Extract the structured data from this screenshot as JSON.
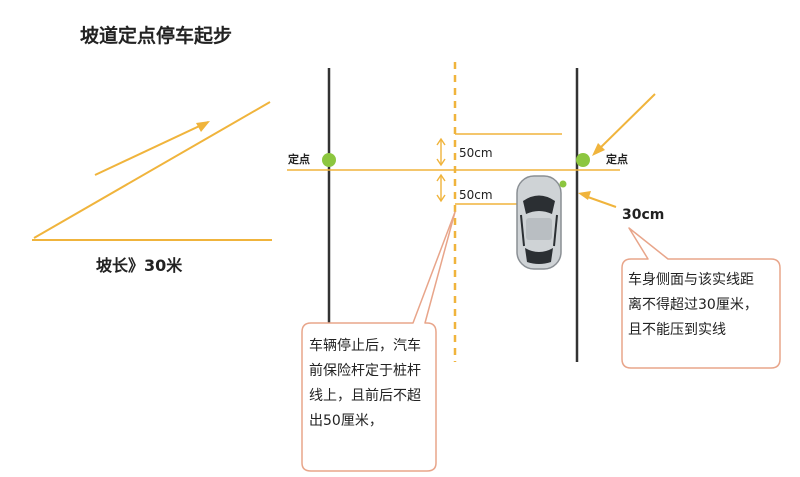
{
  "title": "坡道定点停车起步",
  "slope_label": "坡长》30米",
  "left_point_label": "定点",
  "right_point_label": "定点",
  "dimension_top": "50cm",
  "dimension_bottom": "50cm",
  "side_distance": "30cm",
  "callout_left": [
    "车辆停止后，汽车",
    "前保险杆定于桩杆",
    "线上，且前后不超",
    "出50厘米，"
  ],
  "callout_right": [
    "车身侧面与该实线距",
    "离不得超过30厘米，",
    "且不能压到实线"
  ],
  "colors": {
    "accent": "#f0b43c",
    "point": "#8cc63f",
    "line": "#333333",
    "callout_border": "#e8a58a",
    "car": "#cfd3d6"
  }
}
